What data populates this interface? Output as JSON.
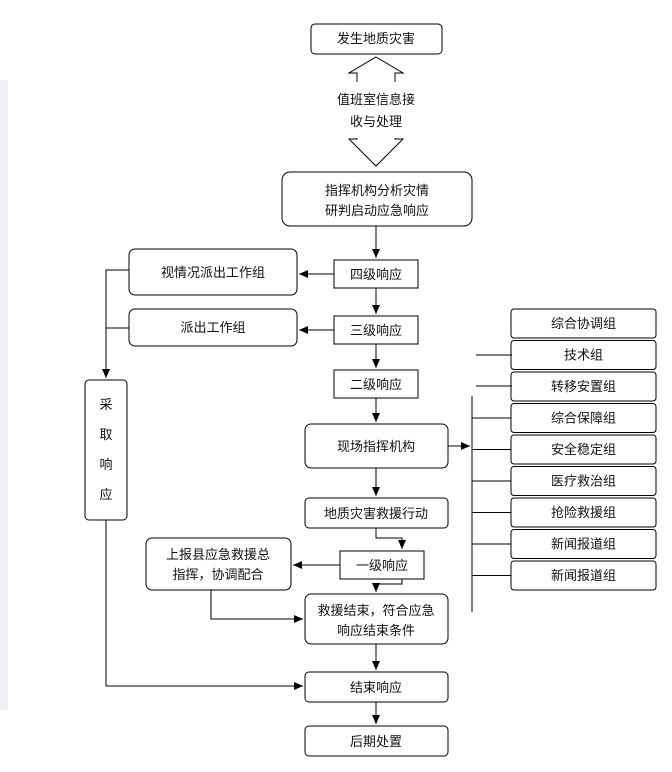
{
  "nodes": {
    "start": "发生地质灾害",
    "duty_room": [
      "值班室信息接",
      "收与处理"
    ],
    "command_analysis": [
      "指挥机构分析灾情",
      "研判启动应急响应"
    ],
    "level4": "四级响应",
    "level3": "三级响应",
    "level2": "二级响应",
    "field_command": "现场指挥机构",
    "rescue_action": "地质灾害救援行动",
    "level1": "一级响应",
    "report_county": [
      "上报县应急救援总",
      "指挥，协调配合"
    ],
    "rescue_end": [
      "救援结束，符合应急",
      "响应结束条件"
    ],
    "end_response": "结束响应",
    "aftermath": "后期处置",
    "dispatch_by_situation": "视情况派出工作组",
    "dispatch_team": "派出工作组",
    "take_response": [
      "采",
      "取",
      "响",
      "应"
    ]
  },
  "groups": [
    "综合协调组",
    "技术组",
    "转移安置组",
    "综合保障组",
    "安全稳定组",
    "医疗救治组",
    "抢险救援组",
    "新闻报道组",
    "新闻报道组"
  ]
}
